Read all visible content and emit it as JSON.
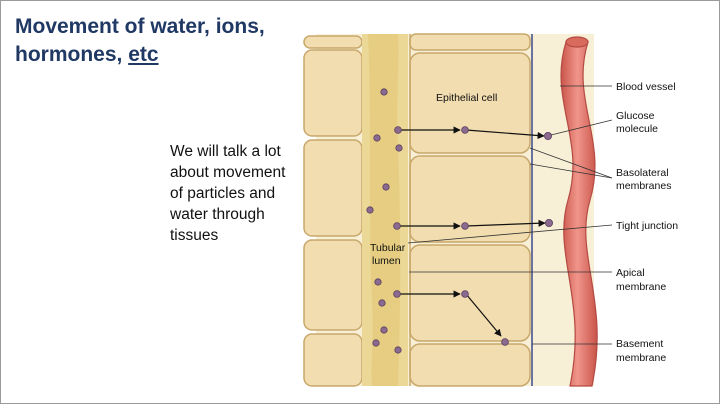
{
  "slide": {
    "title_line1": "Movement of water, ions,",
    "title_line2_a": "hormones, ",
    "title_line2_b": "etc",
    "body_lines": [
      "We will talk a lot",
      "about movement",
      "of particles and",
      "water through",
      "tissues"
    ]
  },
  "figure": {
    "labels": {
      "epithelial_cell": "Epithelial cell",
      "tubular_lumen_1": "Tubular",
      "tubular_lumen_2": "lumen",
      "blood_vessel": "Blood vessel",
      "glucose_1": "Glucose",
      "glucose_2": "molecule",
      "basolateral_1": "Basolateral",
      "basolateral_2": "membranes",
      "tight_junction": "Tight junction",
      "apical_1": "Apical",
      "apical_2": "membrane",
      "basement_1": "Basement",
      "basement_2": "membrane"
    },
    "colors": {
      "cell_fill": "#f2ddb0",
      "cell_stroke": "#c8a86a",
      "lumen_fill": "#ecd896",
      "vessel_fill": "#e87a6c",
      "vessel_stroke": "#b44a42",
      "molecule_fill": "#8a6a8e",
      "membrane_line": "#3b4a8c"
    }
  }
}
